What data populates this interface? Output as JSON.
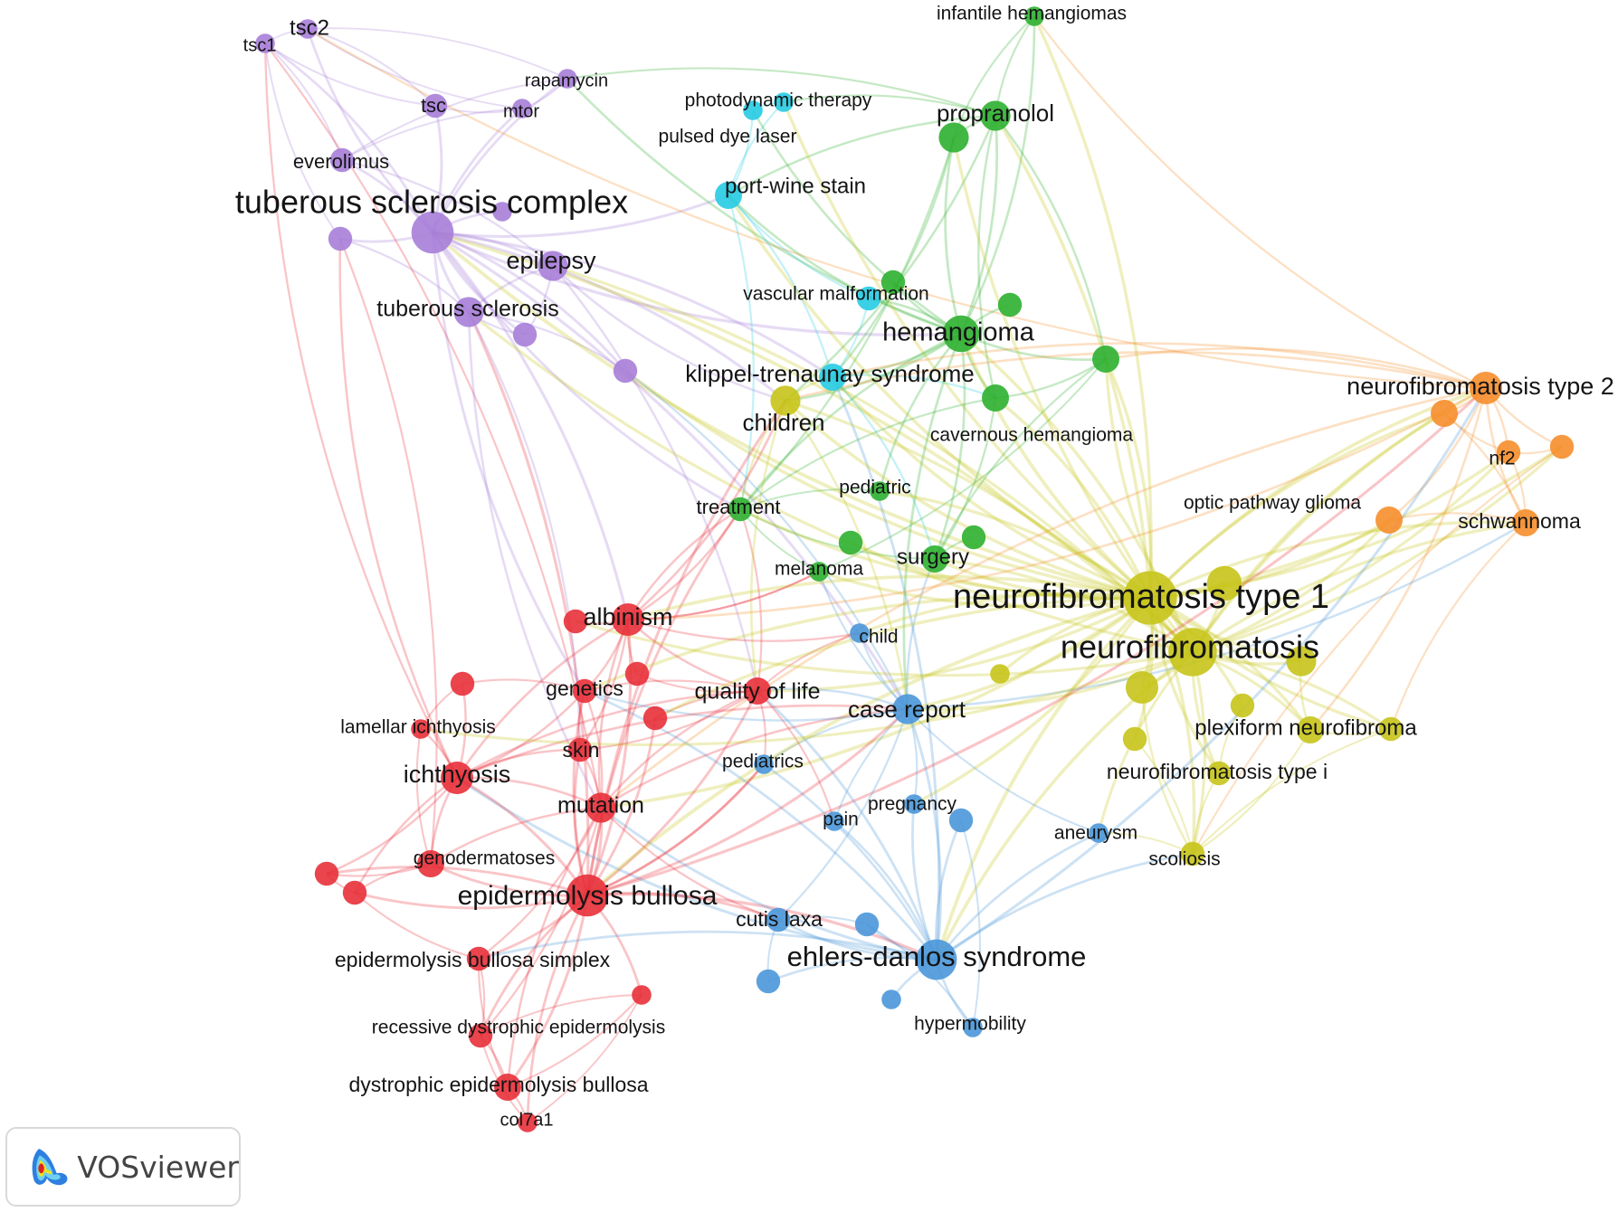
{
  "clusters": [
    {
      "name": "red",
      "color": "#e8303a"
    },
    {
      "name": "green",
      "color": "#2db030"
    },
    {
      "name": "blue",
      "color": "#4a97d9"
    },
    {
      "name": "yellow",
      "color": "#c7c41a"
    },
    {
      "name": "purple",
      "color": "#a77ed8"
    },
    {
      "name": "cyan",
      "color": "#27cbe3"
    },
    {
      "name": "orange",
      "color": "#f68e2c"
    }
  ],
  "nodes": [
    {
      "id": "tsc2",
      "label": "tsc2",
      "cluster": "purple",
      "weight": 1
    },
    {
      "id": "tsc1",
      "label": "tsc1",
      "cluster": "purple",
      "weight": 1
    },
    {
      "id": "rapamycin",
      "label": "rapamycin",
      "cluster": "purple",
      "weight": 1
    },
    {
      "id": "tsc",
      "label": "tsc",
      "cluster": "purple",
      "weight": 2
    },
    {
      "id": "mtor",
      "label": "mtor",
      "cluster": "purple",
      "weight": 1
    },
    {
      "id": "everolimus",
      "label": "everolimus",
      "cluster": "purple",
      "weight": 2
    },
    {
      "id": "tsc-complex",
      "label": "tuberous sclerosis complex",
      "cluster": "purple",
      "weight": 10
    },
    {
      "id": "epilepsy",
      "label": "epilepsy",
      "cluster": "purple",
      "weight": 4
    },
    {
      "id": "tuberous-sclerosis",
      "label": "tuberous sclerosis",
      "cluster": "purple",
      "weight": 4
    },
    {
      "id": "p-unlabeled-1",
      "label": "",
      "cluster": "purple",
      "weight": 2
    },
    {
      "id": "p-unlabeled-2",
      "label": "",
      "cluster": "purple",
      "weight": 2
    },
    {
      "id": "p-unlabeled-3",
      "label": "",
      "cluster": "purple",
      "weight": 2
    },
    {
      "id": "p-unlabeled-4",
      "label": "",
      "cluster": "purple",
      "weight": 1
    },
    {
      "id": "photodynamic",
      "label": "photodynamic therapy",
      "cluster": "cyan",
      "weight": 1
    },
    {
      "id": "pdl",
      "label": "pulsed dye laser",
      "cluster": "cyan",
      "weight": 1
    },
    {
      "id": "pws",
      "label": "port-wine stain",
      "cluster": "cyan",
      "weight": 3
    },
    {
      "id": "vascular",
      "label": "vascular malformation",
      "cluster": "cyan",
      "weight": 2
    },
    {
      "id": "kts",
      "label": "klippel-trenaunay syndrome",
      "cluster": "cyan",
      "weight": 3
    },
    {
      "id": "infantile",
      "label": "infantile hemangiomas",
      "cluster": "green",
      "weight": 1
    },
    {
      "id": "propranolol",
      "label": "propranolol",
      "cluster": "green",
      "weight": 4
    },
    {
      "id": "hemangioma",
      "label": "hemangioma",
      "cluster": "green",
      "weight": 7
    },
    {
      "id": "cavernous",
      "label": "cavernous hemangioma",
      "cluster": "green",
      "weight": 3
    },
    {
      "id": "pediatric",
      "label": "pediatric",
      "cluster": "green",
      "weight": 1
    },
    {
      "id": "treatment",
      "label": "treatment",
      "cluster": "green",
      "weight": 2
    },
    {
      "id": "melanoma",
      "label": "melanoma",
      "cluster": "green",
      "weight": 1
    },
    {
      "id": "surgery",
      "label": "surgery",
      "cluster": "green",
      "weight": 3
    },
    {
      "id": "g-unlabeled-1",
      "label": "",
      "cluster": "green",
      "weight": 4
    },
    {
      "id": "g-unlabeled-2",
      "label": "",
      "cluster": "green",
      "weight": 2
    },
    {
      "id": "g-unlabeled-3",
      "label": "",
      "cluster": "green",
      "weight": 3
    },
    {
      "id": "g-unlabeled-4",
      "label": "",
      "cluster": "green",
      "weight": 2
    },
    {
      "id": "g-unlabeled-5",
      "label": "",
      "cluster": "green",
      "weight": 2
    },
    {
      "id": "g-unlabeled-6",
      "label": "",
      "cluster": "green",
      "weight": 2
    },
    {
      "id": "children",
      "label": "children",
      "cluster": "yellow",
      "weight": 4
    },
    {
      "id": "nf1",
      "label": "neurofibromatosis type 1",
      "cluster": "yellow",
      "weight": 18
    },
    {
      "id": "nf",
      "label": "neurofibromatosis",
      "cluster": "yellow",
      "weight": 14
    },
    {
      "id": "plexiform",
      "label": "plexiform neurofibroma",
      "cluster": "yellow",
      "weight": 3
    },
    {
      "id": "nf-type-i",
      "label": "neurofibromatosis type i",
      "cluster": "yellow",
      "weight": 2
    },
    {
      "id": "scoliosis",
      "label": "scoliosis",
      "cluster": "yellow",
      "weight": 2
    },
    {
      "id": "y-unlabeled-1",
      "label": "",
      "cluster": "yellow",
      "weight": 6
    },
    {
      "id": "y-unlabeled-2",
      "label": "",
      "cluster": "yellow",
      "weight": 5
    },
    {
      "id": "y-unlabeled-3",
      "label": "",
      "cluster": "yellow",
      "weight": 4
    },
    {
      "id": "y-unlabeled-4",
      "label": "",
      "cluster": "yellow",
      "weight": 2
    },
    {
      "id": "y-unlabeled-5",
      "label": "",
      "cluster": "yellow",
      "weight": 2
    },
    {
      "id": "y-unlabeled-6",
      "label": "",
      "cluster": "yellow",
      "weight": 2
    },
    {
      "id": "y-unlabeled-7",
      "label": "",
      "cluster": "yellow",
      "weight": 1
    },
    {
      "id": "nf2-type",
      "label": "neurofibromatosis type 2",
      "cluster": "orange",
      "weight": 5
    },
    {
      "id": "nf2",
      "label": "nf2",
      "cluster": "orange",
      "weight": 2
    },
    {
      "id": "schwannoma",
      "label": "schwannoma",
      "cluster": "orange",
      "weight": 3
    },
    {
      "id": "opg",
      "label": "optic pathway glioma",
      "cluster": "orange",
      "weight": 3
    },
    {
      "id": "o-unlabeled-1",
      "label": "",
      "cluster": "orange",
      "weight": 3
    },
    {
      "id": "o-unlabeled-2",
      "label": "",
      "cluster": "orange",
      "weight": 2
    },
    {
      "id": "child",
      "label": "child",
      "cluster": "blue",
      "weight": 1
    },
    {
      "id": "case-report",
      "label": "case report",
      "cluster": "blue",
      "weight": 4
    },
    {
      "id": "pediatrics",
      "label": "pediatrics",
      "cluster": "blue",
      "weight": 1
    },
    {
      "id": "pregnancy",
      "label": "pregnancy",
      "cluster": "blue",
      "weight": 1
    },
    {
      "id": "pain",
      "label": "pain",
      "cluster": "blue",
      "weight": 1
    },
    {
      "id": "aneurysm",
      "label": "aneurysm",
      "cluster": "blue",
      "weight": 1
    },
    {
      "id": "cutis-laxa",
      "label": "cutis laxa",
      "cluster": "blue",
      "weight": 2
    },
    {
      "id": "eds",
      "label": "ehlers-danlos syndrome",
      "cluster": "blue",
      "weight": 9
    },
    {
      "id": "hypermobility",
      "label": "hypermobility",
      "cluster": "blue",
      "weight": 1
    },
    {
      "id": "b-unlabeled-1",
      "label": "",
      "cluster": "blue",
      "weight": 2
    },
    {
      "id": "b-unlabeled-2",
      "label": "",
      "cluster": "blue",
      "weight": 2
    },
    {
      "id": "b-unlabeled-3",
      "label": "",
      "cluster": "blue",
      "weight": 2
    },
    {
      "id": "b-unlabeled-4",
      "label": "",
      "cluster": "blue",
      "weight": 1
    },
    {
      "id": "albinism",
      "label": "albinism",
      "cluster": "red",
      "weight": 5
    },
    {
      "id": "genetics",
      "label": "genetics",
      "cluster": "red",
      "weight": 2
    },
    {
      "id": "qol",
      "label": "quality of life",
      "cluster": "red",
      "weight": 3
    },
    {
      "id": "lamellar",
      "label": "lamellar ichthyosis",
      "cluster": "red",
      "weight": 1
    },
    {
      "id": "skin",
      "label": "skin",
      "cluster": "red",
      "weight": 2
    },
    {
      "id": "ichthyosis",
      "label": "ichthyosis",
      "cluster": "red",
      "weight": 5
    },
    {
      "id": "mutation",
      "label": "mutation",
      "cluster": "red",
      "weight": 4
    },
    {
      "id": "genodermatoses",
      "label": "genodermatoses",
      "cluster": "red",
      "weight": 3
    },
    {
      "id": "eb",
      "label": "epidermolysis bullosa",
      "cluster": "red",
      "weight": 10
    },
    {
      "id": "ebs",
      "label": "epidermolysis bullosa simplex",
      "cluster": "red",
      "weight": 2
    },
    {
      "id": "rdeb",
      "label": "recessive dystrophic epidermolysis",
      "cluster": "red",
      "weight": 2
    },
    {
      "id": "deb",
      "label": "dystrophic epidermolysis bullosa",
      "cluster": "red",
      "weight": 3
    },
    {
      "id": "col7a1",
      "label": "col7a1",
      "cluster": "red",
      "weight": 1
    },
    {
      "id": "r-unlabeled-1",
      "label": "",
      "cluster": "red",
      "weight": 2
    },
    {
      "id": "r-unlabeled-2",
      "label": "",
      "cluster": "red",
      "weight": 2
    },
    {
      "id": "r-unlabeled-3",
      "label": "",
      "cluster": "red",
      "weight": 2
    },
    {
      "id": "r-unlabeled-4",
      "label": "",
      "cluster": "red",
      "weight": 2
    },
    {
      "id": "r-unlabeled-5",
      "label": "",
      "cluster": "red",
      "weight": 2
    },
    {
      "id": "r-unlabeled-6",
      "label": "",
      "cluster": "red",
      "weight": 2
    },
    {
      "id": "r-unlabeled-7",
      "label": "",
      "cluster": "red",
      "weight": 1
    }
  ],
  "badge": {
    "text": "VOSviewer",
    "icon": "vosviewer-logo-icon"
  }
}
